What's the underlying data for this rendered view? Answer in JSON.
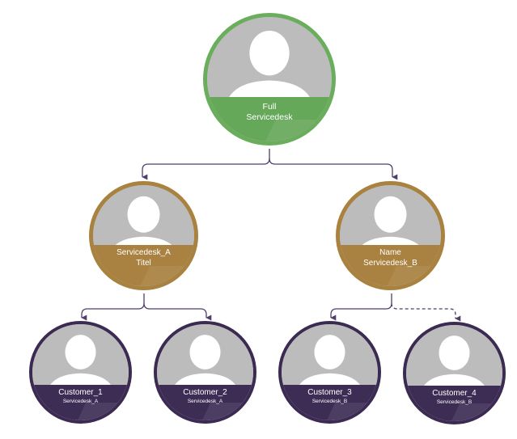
{
  "nodes": {
    "full": {
      "line1": "Full",
      "line2": "Servicedesk"
    },
    "servicedesk_a": {
      "line1": "Servicedesk_A",
      "line2": "Titel"
    },
    "servicedesk_b": {
      "line1": "Name",
      "line2": "Servicedesk_B"
    },
    "customer_1": {
      "line1": "Customer_1",
      "line2": "Servicedesk_A"
    },
    "customer_2": {
      "line1": "Customer_2",
      "line2": "Servicedesk_A"
    },
    "customer_3": {
      "line1": "Customer_3",
      "line2": "Servicedesk_B"
    },
    "customer_4": {
      "line1": "Customer_4",
      "line2": "Servicedesk_B"
    }
  },
  "colors": {
    "top_level": "#66a85a",
    "middle_level": "#a98140",
    "bottom_level": "#3d2d55",
    "connector": "#4f3f6b",
    "avatar_background": "#bcbcbc",
    "avatar_figure": "#ffffff"
  },
  "icons": {
    "node_avatar": "user-silhouette-icon"
  },
  "connectors": [
    {
      "from": "full",
      "to": "servicedesk_a",
      "style": "solid"
    },
    {
      "from": "full",
      "to": "servicedesk_b",
      "style": "solid"
    },
    {
      "from": "servicedesk_a",
      "to": "customer_1",
      "style": "solid"
    },
    {
      "from": "servicedesk_a",
      "to": "customer_2",
      "style": "solid"
    },
    {
      "from": "servicedesk_b",
      "to": "customer_3",
      "style": "solid"
    },
    {
      "from": "servicedesk_b",
      "to": "customer_4",
      "style": "dashed"
    }
  ]
}
